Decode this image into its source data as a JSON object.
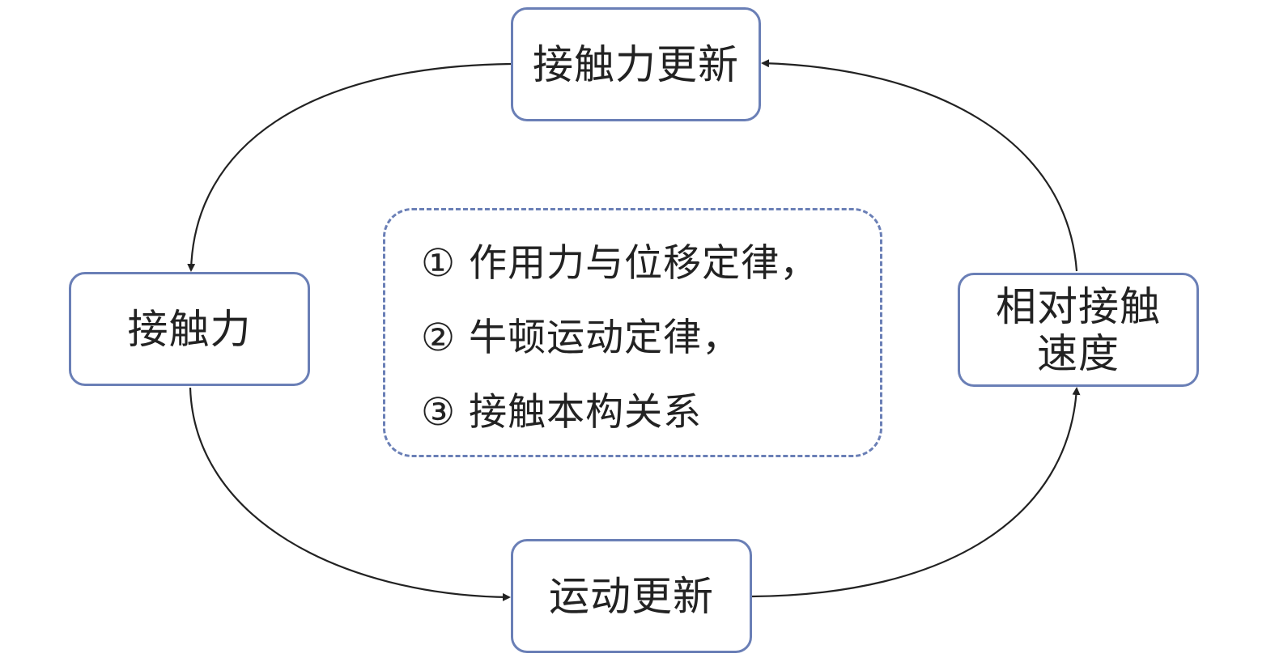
{
  "nodes": {
    "contact_force_update": "接触力更新",
    "contact_force": "接触力",
    "relative_contact_velocity": "相对接触速度",
    "motion_update": "运动更新"
  },
  "laws": [
    "① 作用力与位移定律，",
    "② 牛顿运动定律，",
    "③ 接触本构关系"
  ],
  "colors": {
    "node_border": "#6a7fb6",
    "arrow": "#222222",
    "text": "#222222"
  }
}
